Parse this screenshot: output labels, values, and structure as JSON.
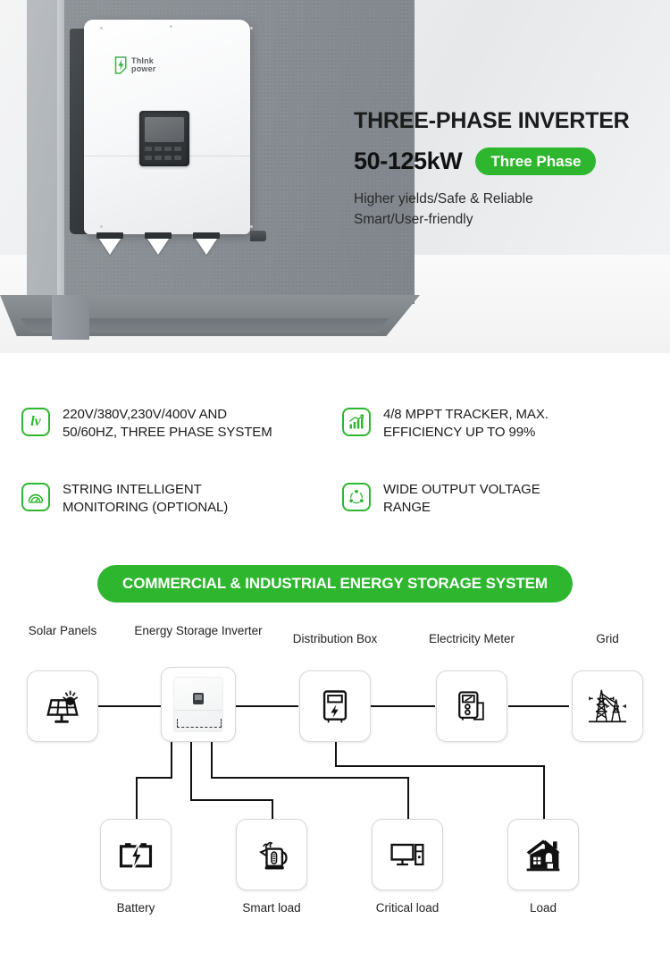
{
  "brand": {
    "logo_line1": "ThInk",
    "logo_line2": "power",
    "logo_icon": "lightning-bolt-icon"
  },
  "hero": {
    "title": "THREE-PHASE INVERTER",
    "power_range": "50-125kW",
    "badge": "Three Phase",
    "subtitle_line1": "Higher yields/Safe & Reliable",
    "subtitle_line2": "Smart/User-friendly",
    "accent_color": "#2fb62f"
  },
  "features": [
    {
      "icon": "lv-voltage-icon",
      "glyph": "lv",
      "line1": "220V/380V,230V/400V AND",
      "line2": "50/60HZ, THREE PHASE SYSTEM"
    },
    {
      "icon": "bar-chart-growth-icon",
      "glyph": "chart",
      "line1": "4/8 MPPT TRACKER,  MAX.",
      "line2": "EFFICIENCY UP TO 99%"
    },
    {
      "icon": "gauge-monitoring-icon",
      "glyph": "gauge",
      "line1": "STRING INTELLIGENT",
      "line2": "MONITORING (OPTIONAL)"
    },
    {
      "icon": "three-phase-cycle-icon",
      "glyph": "cycle",
      "line1": "WIDE OUTPUT VOLTAGE",
      "line2": "RANGE"
    }
  ],
  "banner": {
    "text": "COMMERCIAL & INDUSTRIAL ENERGY STORAGE SYSTEM",
    "color": "#2fb62f"
  },
  "diagram": {
    "top_nodes": [
      {
        "label": "Solar Panels",
        "icon": "solar-panel-icon"
      },
      {
        "label": "Energy Storage Inverter",
        "icon": "inverter-icon"
      },
      {
        "label": "Distribution Box",
        "icon": "distribution-box-icon"
      },
      {
        "label": "Electricity Meter",
        "icon": "electricity-meter-icon"
      },
      {
        "label": "Grid",
        "icon": "power-grid-tower-icon"
      }
    ],
    "bottom_nodes": [
      {
        "label": "Battery",
        "icon": "battery-icon"
      },
      {
        "label": "Smart load",
        "icon": "electric-kettle-icon"
      },
      {
        "label": "Critical load",
        "icon": "computer-icon"
      },
      {
        "label": "Load",
        "icon": "house-icon"
      }
    ]
  }
}
